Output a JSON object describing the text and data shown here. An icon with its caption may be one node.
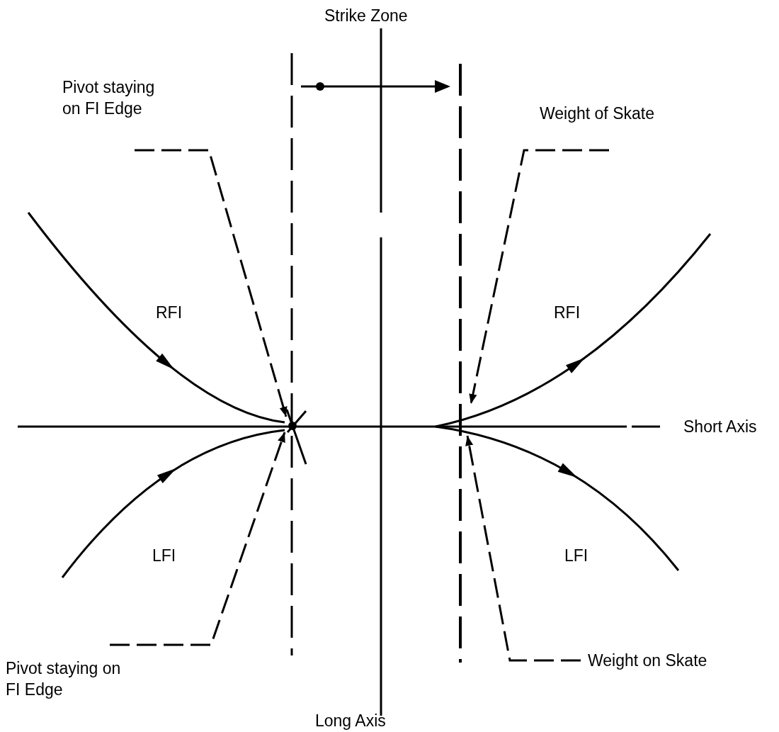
{
  "diagram": {
    "nodes": [
      {
        "text": [
          "Pivot staying on FI Edge"
        ]
      },
      {
        "text": [
          "Weight of Skate"
        ]
      },
      {
        "text": [
          "Pivot staying on FI Edge"
        ]
      },
      {
        "text": [
          "Weight on Skate"
        ]
      },
      {
        "text": [],
        "shape": "curve"
      },
      {
        "text": [],
        "shape": "curve"
      },
      {
        "text": [],
        "shape": "curve"
      },
      {
        "text": [],
        "shape": "curve"
      }
    ],
    "edges": [
      {
        "from": 0,
        "to": 4,
        "arrow": "to",
        "style": "dashed"
      },
      {
        "from": 1,
        "to": 6,
        "arrow": "to",
        "style": "dashed"
      },
      {
        "from": 2,
        "to": 5,
        "arrow": "to",
        "style": "dashed"
      },
      {
        "from": 3,
        "to": 7,
        "arrow": "to",
        "style": "dashed"
      }
    ],
    "labels": [
      "Strike Zone",
      "RFI",
      "RFI",
      "Short Axis",
      "LFI",
      "LFI",
      "Long Axis"
    ]
  }
}
